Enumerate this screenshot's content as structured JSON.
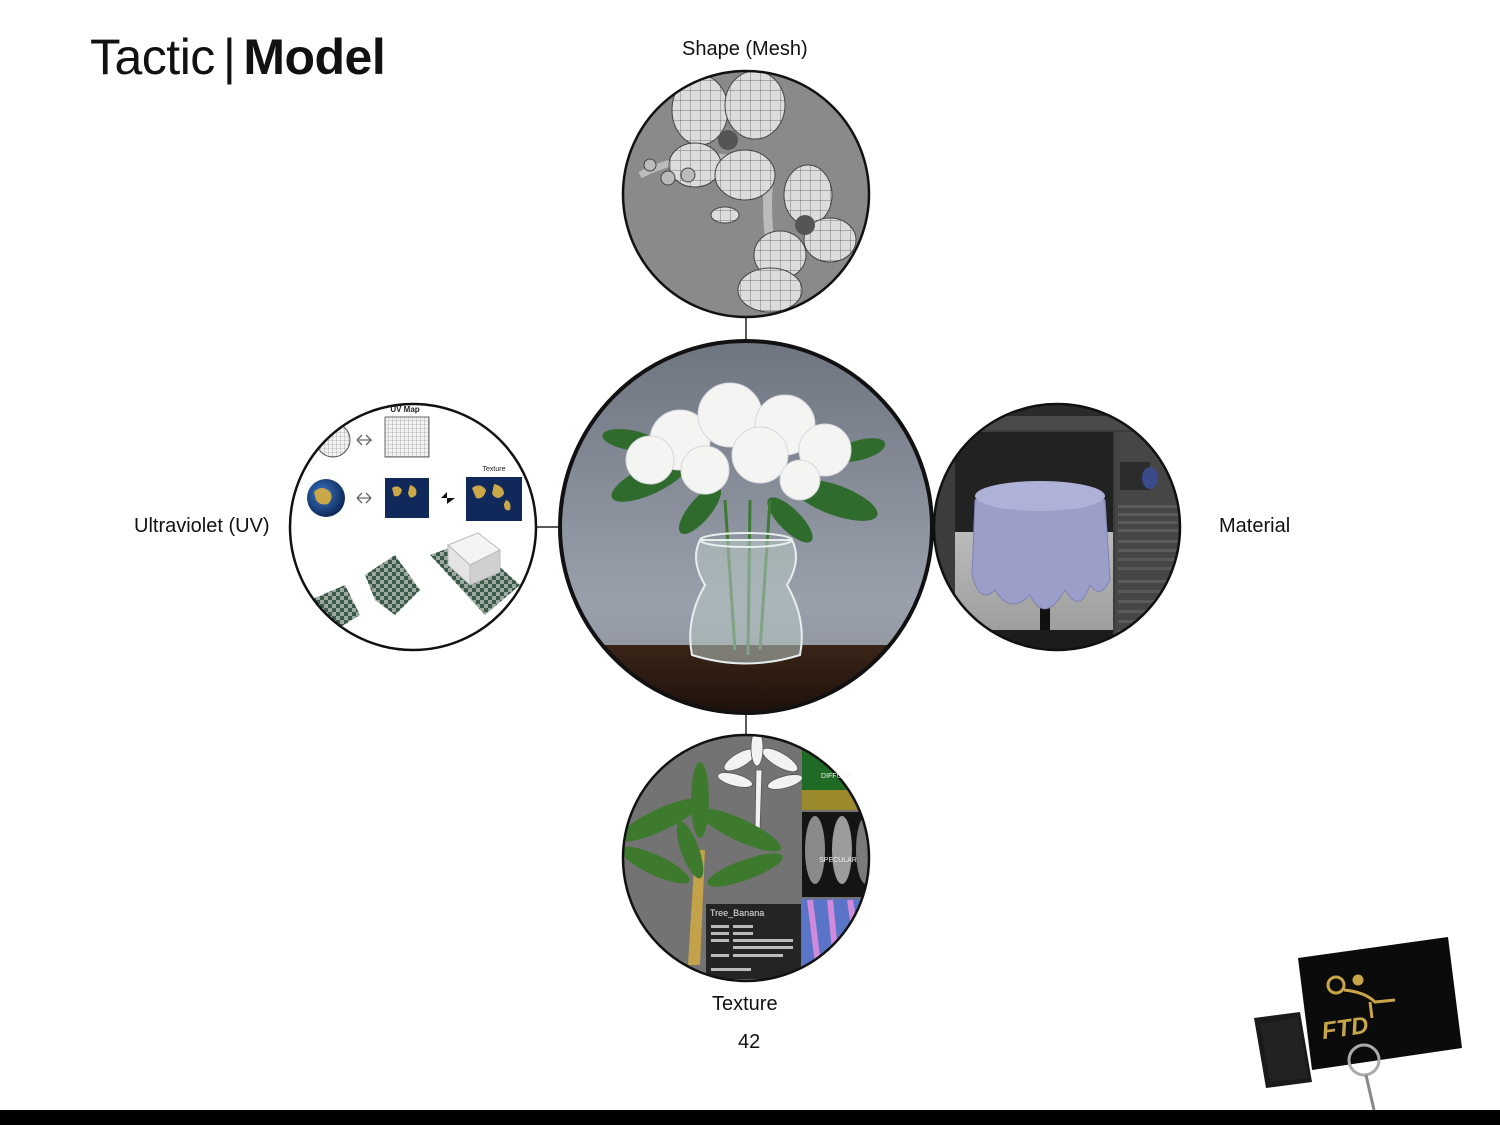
{
  "slide": {
    "title_light": "Tactic",
    "title_sep": "|",
    "title_bold": "Model",
    "page_number": "42"
  },
  "nodes": {
    "top": {
      "label": "Shape (Mesh)"
    },
    "left": {
      "label": "Ultraviolet (UV)"
    },
    "right": {
      "label": "Material"
    },
    "bottom": {
      "label": "Texture"
    }
  },
  "uv_image": {
    "uv_map_label": "UV Map",
    "texture_label": "Texture"
  },
  "texture_image": {
    "asset_name": "Tree_Banana",
    "map_label_diffuse": "DIFFUSE",
    "map_label_specular": "SPECULAR"
  },
  "logo": {
    "text": "FTD"
  },
  "colors": {
    "ring": "#111111",
    "connector": "#222222",
    "mesh_bg": "#8a8a8a",
    "logo_card": "#0b0b0b",
    "logo_gold": "#c9a54a"
  }
}
